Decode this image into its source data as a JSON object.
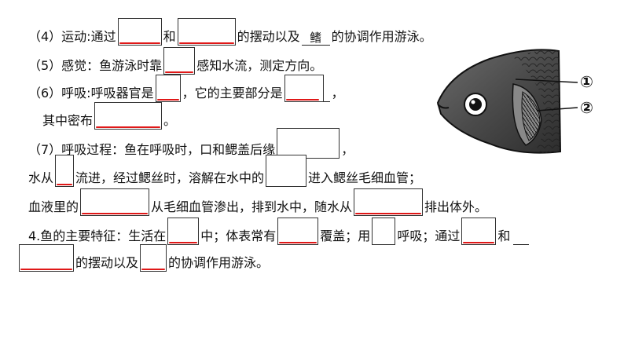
{
  "lines": {
    "l1": {
      "a": "（4）运动:通过",
      "b": "和",
      "c": "的摆动以及",
      "ans": "鳍",
      "d": "的协调作用游泳。"
    },
    "l2": {
      "a": "（5）感觉：鱼游泳时靠",
      "b": "感知水流，测定方向。"
    },
    "l3": {
      "a": "（6）呼吸:呼吸器官是",
      "b": "，它的主要部分是",
      "c": "，"
    },
    "l4": {
      "a": "其中密布",
      "b": "。"
    },
    "l5": {
      "a": "（7）呼吸过程：鱼在呼吸时，口和鳃盖后缘",
      "b": "，"
    },
    "l6": {
      "a": "水从",
      "b": "流进，经过鳃丝时，溶解在水中的",
      "c": "进入鳃丝毛细血管；"
    },
    "l7": {
      "a": "血液里的",
      "b": "从毛细血管渗出，排到水中，随水从",
      "c": "排出体外。"
    },
    "l8": {
      "a": "4.鱼的主要特征：生活在",
      "b": "中；体表常有",
      "c": "覆盖；用",
      "d": "呼吸；通过",
      "e": "和"
    },
    "l9": {
      "a": "的摆动以及",
      "b": "的协调作用游泳。"
    }
  },
  "figure": {
    "label1": "①",
    "label2": "②"
  },
  "colors": {
    "answer_underline": "#e01818",
    "text": "#111111"
  }
}
